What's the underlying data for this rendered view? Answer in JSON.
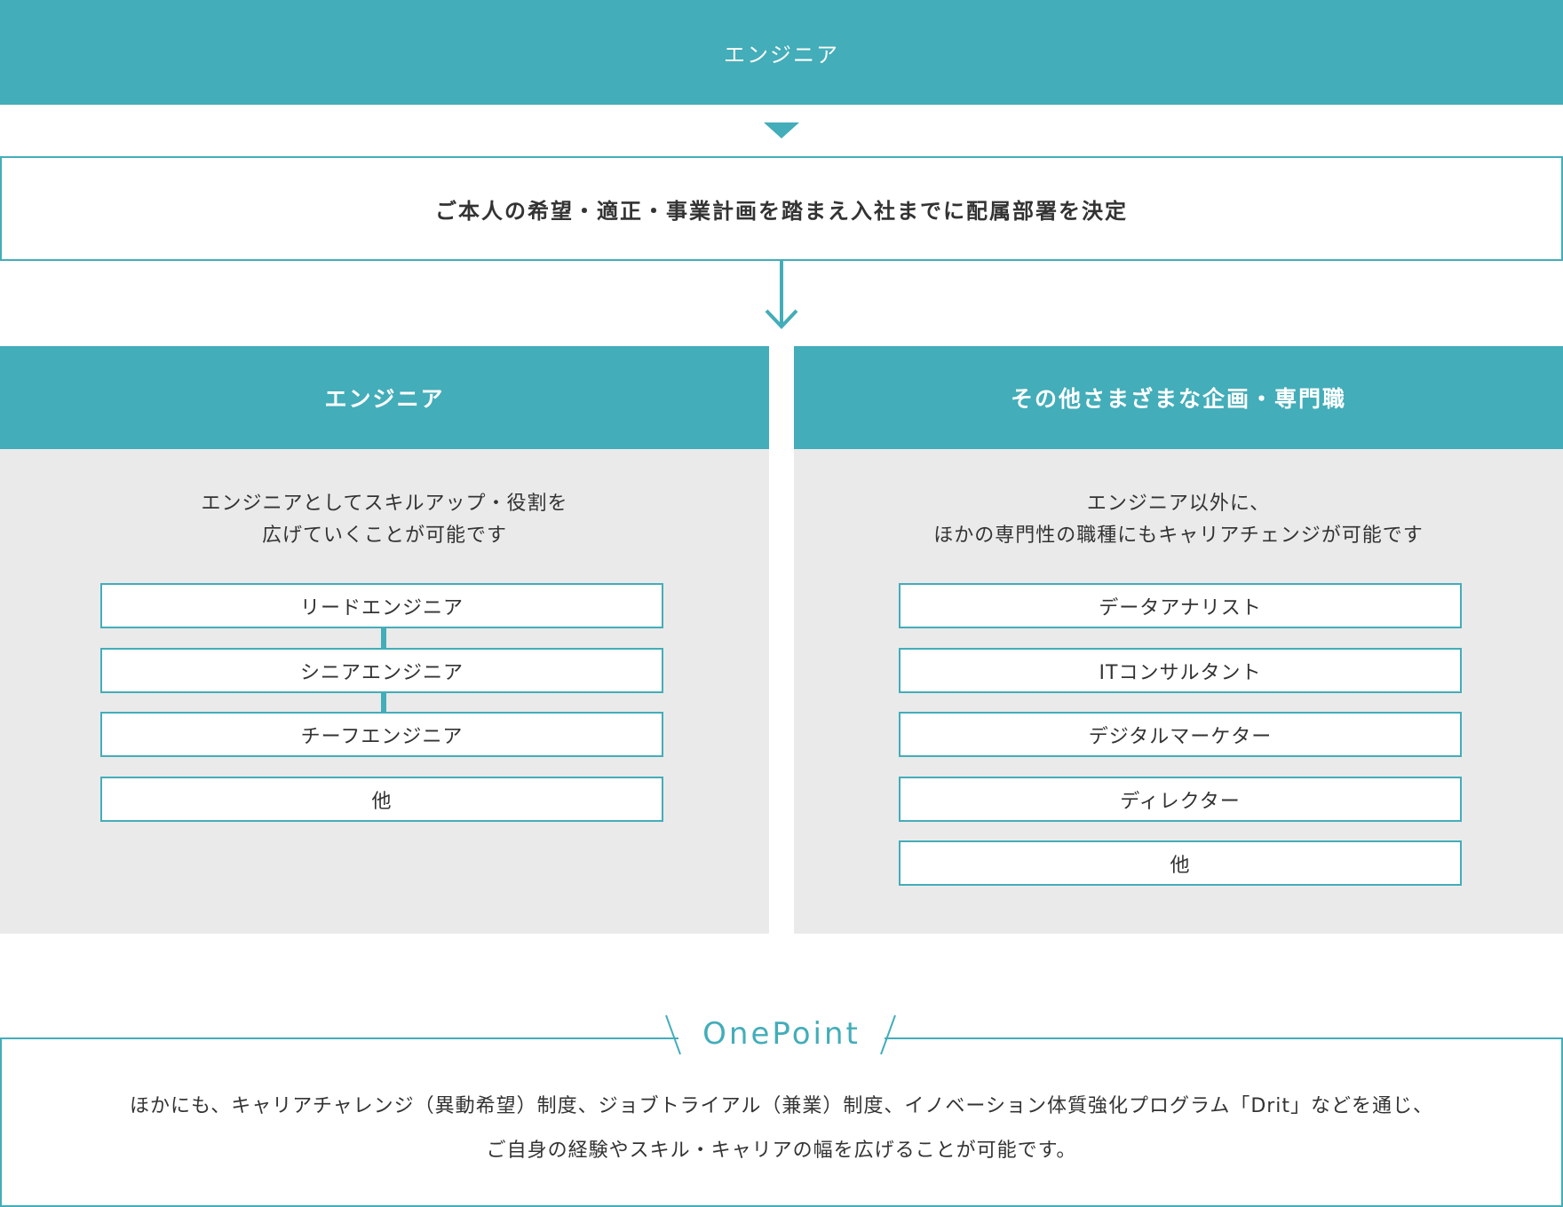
{
  "top_banner": {
    "label": "エンジニア"
  },
  "decision": {
    "text": "ご本人の希望・適正・事業計画を踏まえ入社までに配属部署を決定"
  },
  "left_panel": {
    "title": "エンジニア",
    "description_line1": "エンジニアとしてスキルアップ・役割を",
    "description_line2": "広げていくことが可能です",
    "items": [
      "リードエンジニア",
      "シニアエンジニア",
      "チーフエンジニア",
      "他"
    ]
  },
  "right_panel": {
    "title": "その他さまざまな企画・専門職",
    "description_line1": "エンジニア以外に、",
    "description_line2": "ほかの専門性の職種にもキャリアチェンジが可能です",
    "items": [
      "データアナリスト",
      "ITコンサルタント",
      "デジタルマーケター",
      "ディレクター",
      "他"
    ]
  },
  "onepoint": {
    "title": "OnePoint",
    "line1": "ほかにも、キャリアチャレンジ（異動希望）制度、ジョブトライアル（兼業）制度、イノベーション体質強化プログラム「Drit」などを通じ、",
    "line2": "ご自身の経験やスキル・キャリアの幅を広げることが可能です。"
  },
  "colors": {
    "accent": "#43adb9",
    "panel_bg": "#eaeaea",
    "text": "#333333"
  },
  "icons": {
    "down_triangle": "triangle-down-icon",
    "down_arrow": "arrow-down-icon"
  }
}
